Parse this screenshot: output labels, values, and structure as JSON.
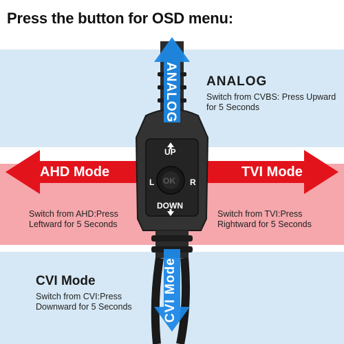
{
  "title": "Press the button for OSD menu:",
  "analog": {
    "arrow_label": "ANALOG",
    "heading": "ANALOG",
    "description": "Switch from CVBS: Press Upward for 5 Seconds"
  },
  "ahd": {
    "arrow_label": "AHD Mode",
    "description": "Switch from AHD:Press Leftward for 5 Seconds"
  },
  "tvi": {
    "arrow_label": "TVI Mode",
    "description": "Switch from TVI:Press Rightward for 5 Seconds"
  },
  "cvi": {
    "arrow_label": "CVI Mode",
    "heading": "CVI Mode",
    "description": "Switch from CVI:Press Downward for 5 Seconds"
  },
  "button": {
    "up": "UP",
    "down": "DOWN",
    "left": "L",
    "right": "R",
    "ok": "OK"
  },
  "colors": {
    "blue_arrow": "#1e88e5",
    "red_arrow": "#e3131c",
    "light_blue_band": "#d6e8f5",
    "pink_band": "#f5a7ac",
    "cable": "#2b2b2b"
  }
}
